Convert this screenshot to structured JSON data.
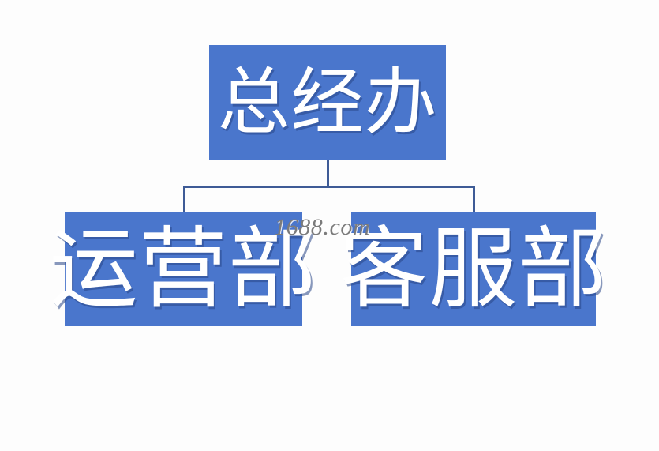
{
  "diagram": {
    "type": "org-chart",
    "orientation": "top-down",
    "background_color": "#fdfdfd",
    "box_fill_color": "#4a76cc",
    "box_text_color": "#ffffff",
    "connector_color": "#3e5b96",
    "nodes": [
      {
        "id": "root",
        "label": "总经办",
        "level": 0
      },
      {
        "id": "operations",
        "label": "运营部",
        "level": 1
      },
      {
        "id": "customer-service",
        "label": "客服部",
        "level": 1
      }
    ],
    "edges": [
      {
        "from": "root",
        "to": "operations"
      },
      {
        "from": "root",
        "to": "customer-service"
      }
    ]
  },
  "watermark": {
    "text": "1688.com",
    "color": "#7b7b7b"
  }
}
